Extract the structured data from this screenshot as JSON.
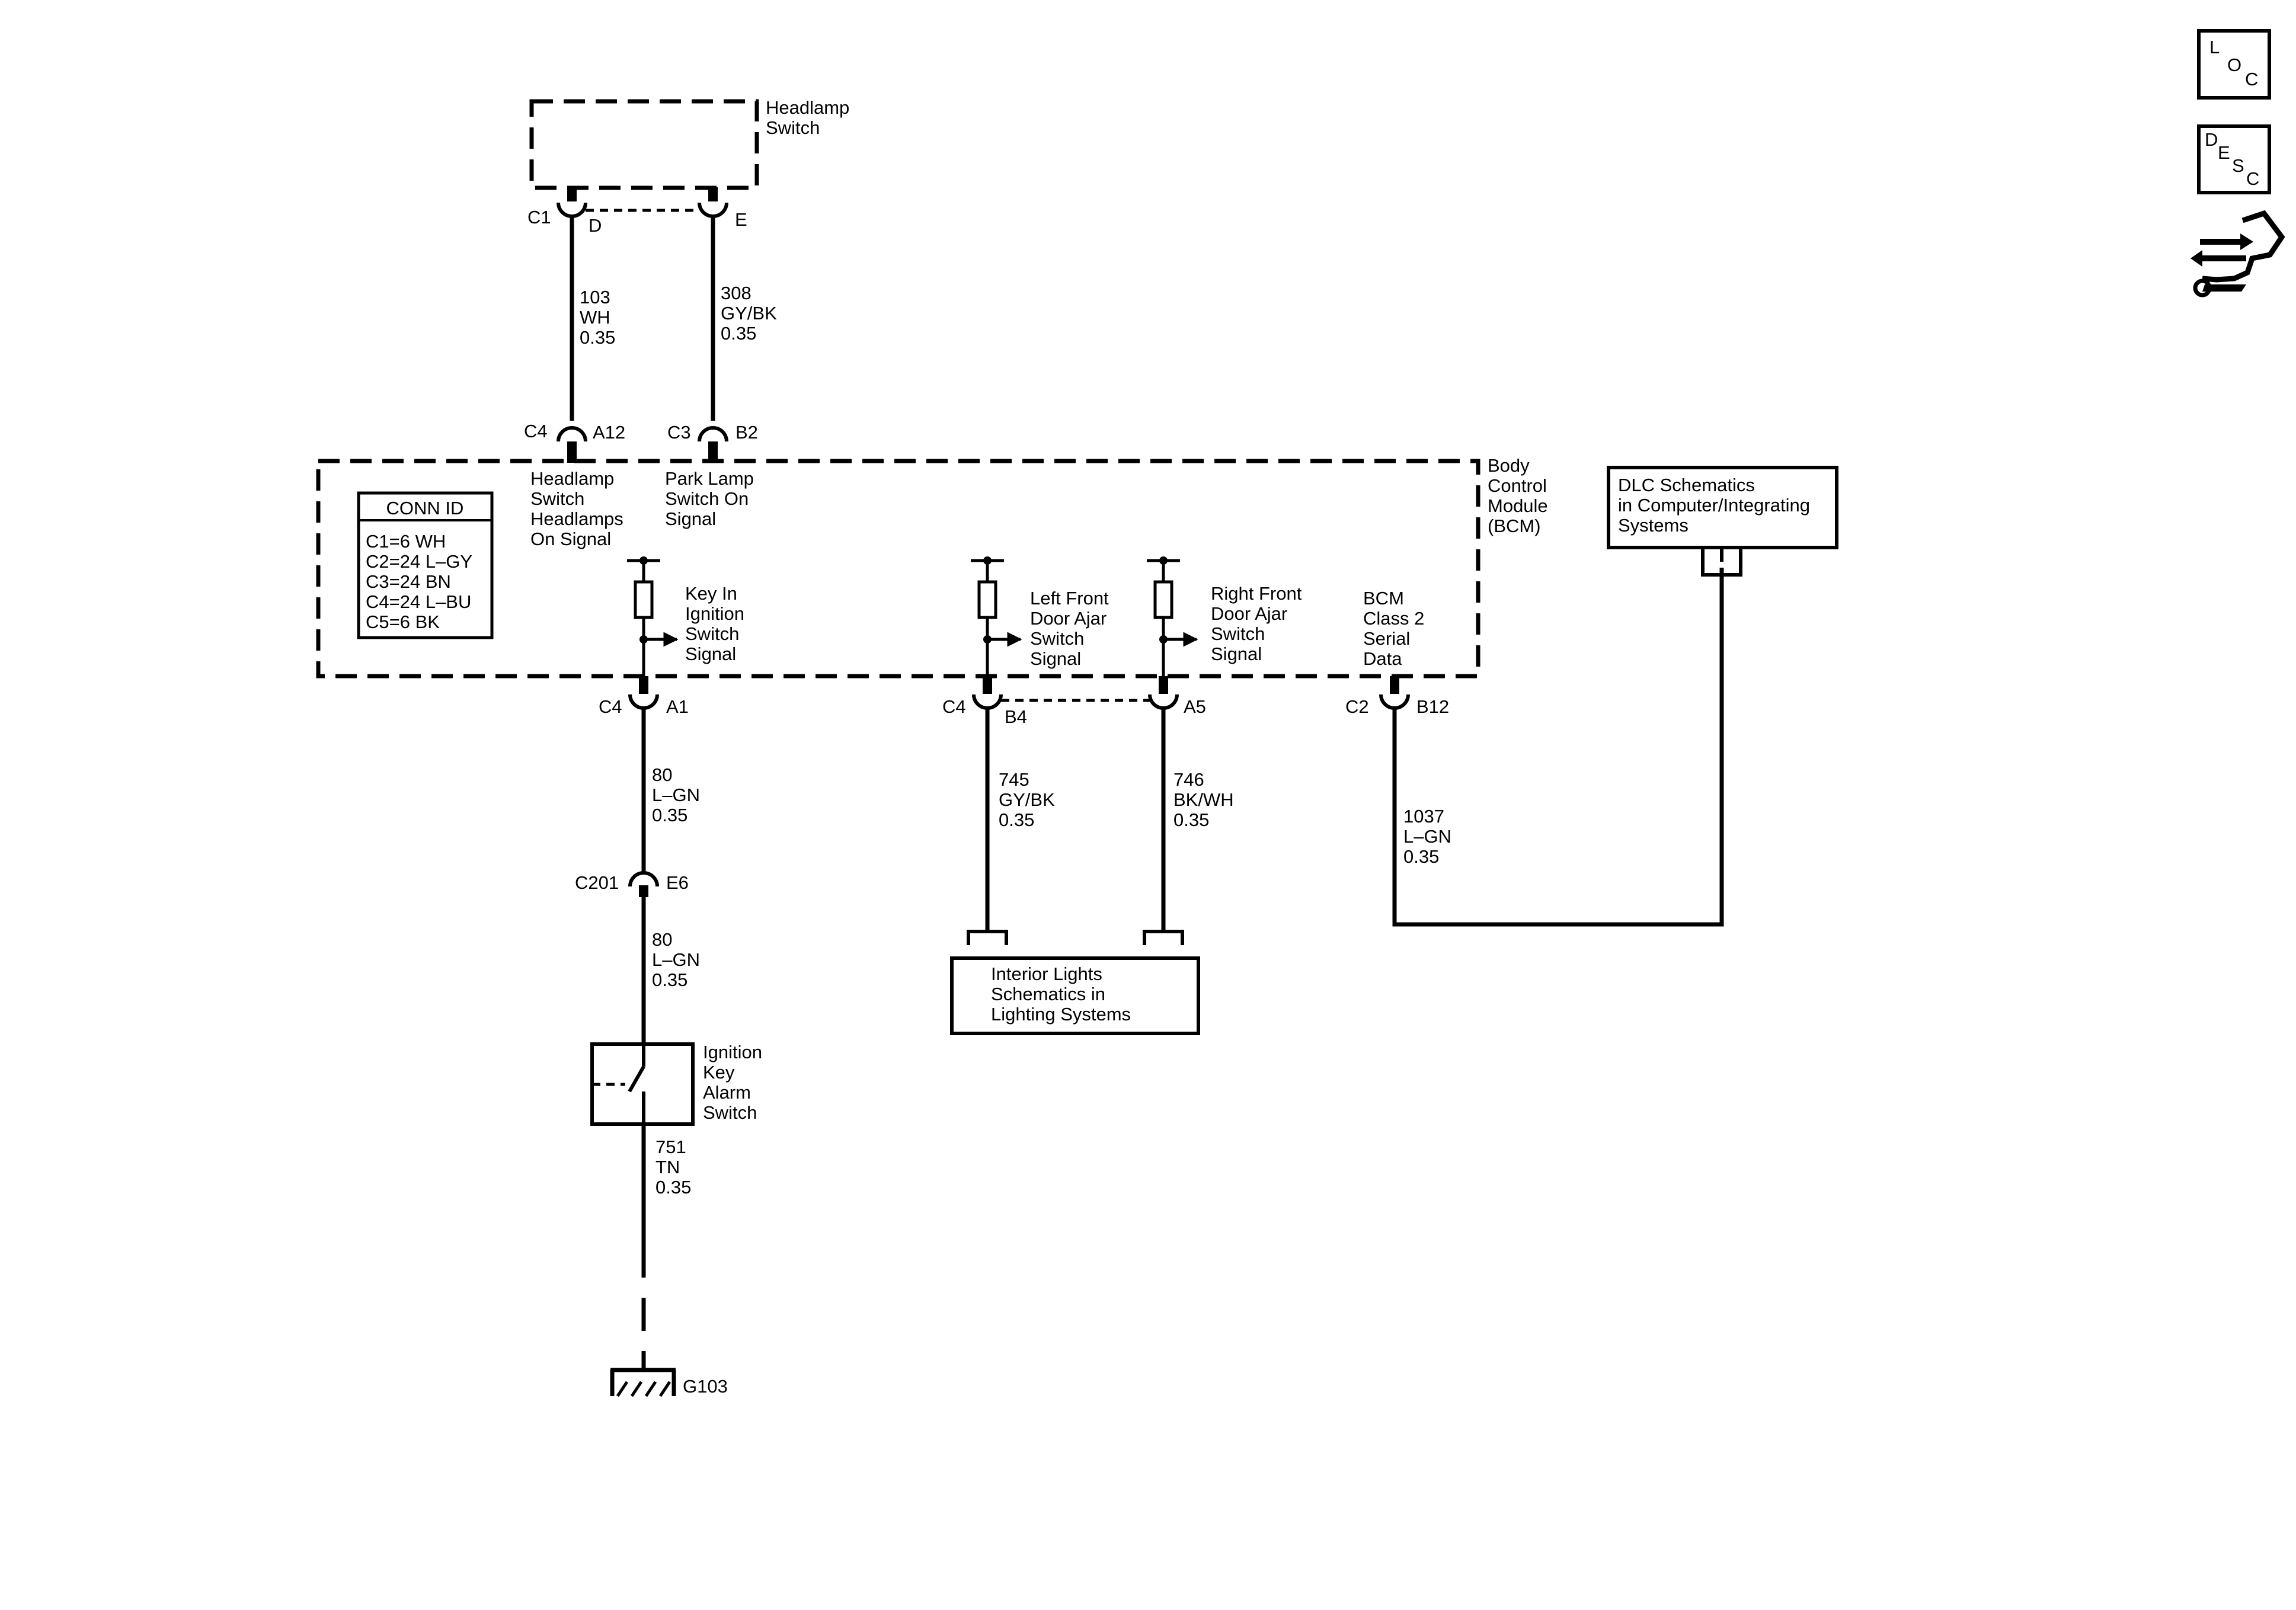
{
  "components": {
    "headlamp_switch": [
      "Headlamp",
      "Switch"
    ],
    "bcm": [
      "Body",
      "Control",
      "Module",
      "(BCM)"
    ],
    "dlc_box": [
      "DLC Schematics",
      "in Computer/Integrating",
      "Systems"
    ],
    "interior_box": [
      "Interior Lights",
      "Schematics in",
      "Lighting Systems"
    ],
    "ignition_switch": [
      "Ignition",
      "Key",
      "Alarm",
      "Switch"
    ],
    "ground": "G103"
  },
  "conn_id": {
    "title": "CONN ID",
    "lines": [
      "C1=6 WH",
      "C2=24 L–GY",
      "C3=24 BN",
      "C4=24 L–BU",
      "C5=6 BK"
    ]
  },
  "connectors": {
    "hs_c1": "C1",
    "hs_d": "D",
    "hs_e": "E",
    "bcm_c4_top": "C4",
    "bcm_a12": "A12",
    "bcm_c3": "C3",
    "bcm_b2": "B2",
    "bcm_c4_a1": "C4",
    "bcm_a1": "A1",
    "bcm_c4_b4": "C4",
    "bcm_b4": "B4",
    "bcm_a5": "A5",
    "bcm_c2": "C2",
    "bcm_b12": "B12",
    "c201": "C201",
    "c201_e6": "E6"
  },
  "wires": {
    "w103": [
      "103",
      "WH",
      "0.35"
    ],
    "w308": [
      "308",
      "GY/BK",
      "0.35"
    ],
    "w80a": [
      "80",
      "L–GN",
      "0.35"
    ],
    "w80b": [
      "80",
      "L–GN",
      "0.35"
    ],
    "w745": [
      "745",
      "GY/BK",
      "0.35"
    ],
    "w746": [
      "746",
      "BK/WH",
      "0.35"
    ],
    "w1037": [
      "1037",
      "L–GN",
      "0.35"
    ],
    "w751": [
      "751",
      "TN",
      "0.35"
    ]
  },
  "signals": {
    "headlamp_on": [
      "Headlamp",
      "Switch",
      "Headlamps",
      "On Signal"
    ],
    "park_lamp": [
      "Park Lamp",
      "Switch On",
      "Signal"
    ],
    "key_in": [
      "Key In",
      "Ignition",
      "Switch",
      "Signal"
    ],
    "lf_door": [
      "Left Front",
      "Door Ajar",
      "Switch",
      "Signal"
    ],
    "rf_door": [
      "Right Front",
      "Door Ajar",
      "Switch",
      "Signal"
    ],
    "serial": [
      "BCM",
      "Class 2",
      "Serial",
      "Data"
    ]
  },
  "side_buttons": {
    "loc": [
      "L",
      "O",
      "C"
    ],
    "desc": [
      "D",
      "E",
      "S",
      "C"
    ]
  }
}
